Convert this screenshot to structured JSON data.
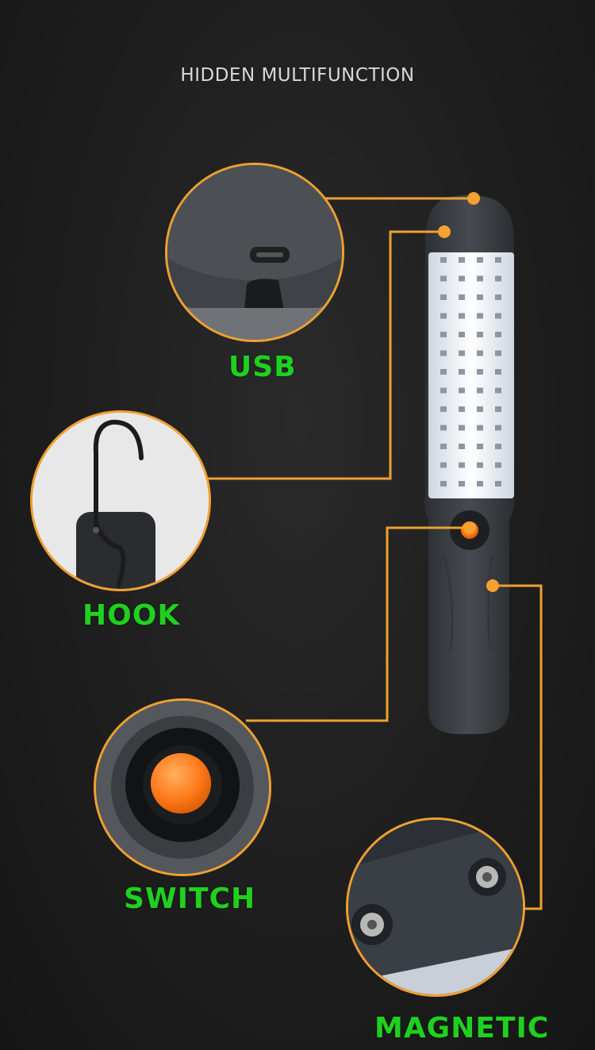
{
  "heading": "HIDDEN MULTIFUNCTION",
  "features": {
    "usb": "USB",
    "hook": "HOOK",
    "switch": "SWITCH",
    "magnetic": "MAGNETIC"
  },
  "colors": {
    "background": "#1d1d1d",
    "accent_line": "#f0a030",
    "label_green": "#1fd11f",
    "switch_orange": "#ff7a1a",
    "body_gray": "#3a3d42"
  }
}
